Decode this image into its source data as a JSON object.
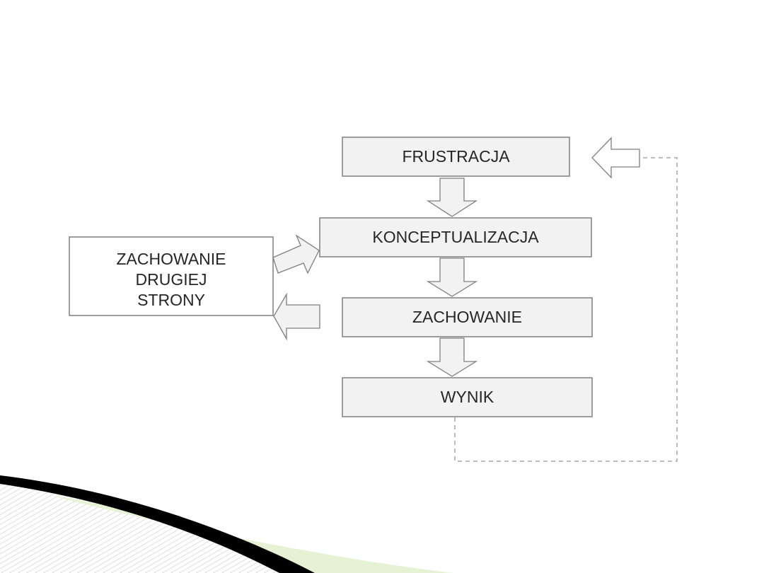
{
  "diagram": {
    "nodes": {
      "frustracja": "FRUSTRACJA",
      "konceptualizacja": "KONCEPTUALIZACJA",
      "zachowanie": "ZACHOWANIE",
      "wynik": "WYNIK",
      "other_party": [
        "ZACHOWANIE",
        "DRUGIEJ",
        "STRONY"
      ]
    },
    "edges": [
      {
        "from": "frustracja",
        "to": "konceptualizacja",
        "style": "block-arrow"
      },
      {
        "from": "konceptualizacja",
        "to": "zachowanie",
        "style": "block-arrow"
      },
      {
        "from": "zachowanie",
        "to": "wynik",
        "style": "block-arrow"
      },
      {
        "from": "other_party",
        "to": "konceptualizacja",
        "style": "block-arrow"
      },
      {
        "from": "zachowanie",
        "to": "other_party",
        "style": "block-arrow"
      },
      {
        "from": "wynik",
        "to": "frustracja",
        "style": "dashed-feedback"
      }
    ]
  },
  "colors": {
    "box_fill": "#f2f2f2",
    "box_stroke": "#7f7f7f",
    "text": "#262626",
    "dashed_line": "#a6a6a6",
    "decor_dark": "#000000",
    "decor_green": "#e6f2d4"
  }
}
